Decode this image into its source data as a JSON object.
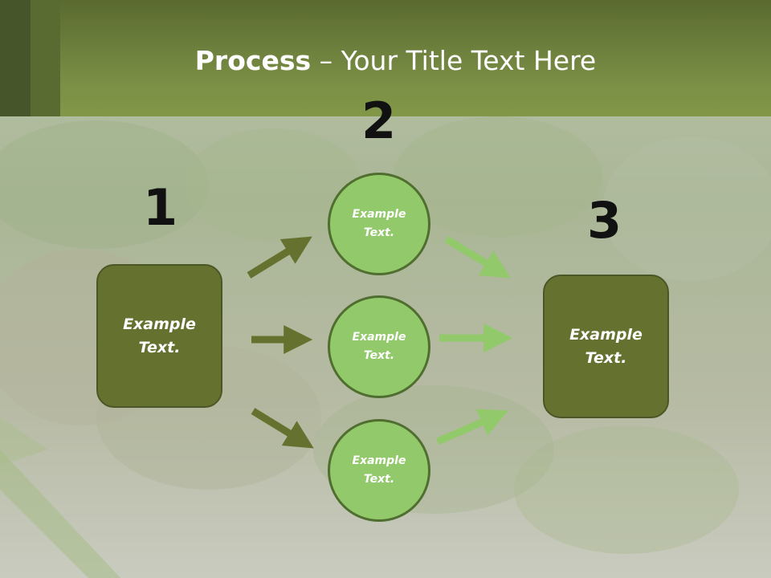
{
  "title": {
    "bold": "Process",
    "rest": " – Your Title Text Here"
  },
  "steps": [
    {
      "number": "1",
      "text": "Example\nText."
    },
    {
      "number": "2"
    },
    {
      "number": "3",
      "text": "Example\nText."
    }
  ],
  "circles": [
    {
      "text": "Example\nText."
    },
    {
      "text": "Example\nText."
    },
    {
      "text": "Example\nText."
    }
  ],
  "colors": {
    "header": "#7a8e45",
    "box_fill": "#65722f",
    "circle_fill": "#92c96a",
    "arrow_dark": "#65722f",
    "arrow_light": "#92c96a"
  }
}
